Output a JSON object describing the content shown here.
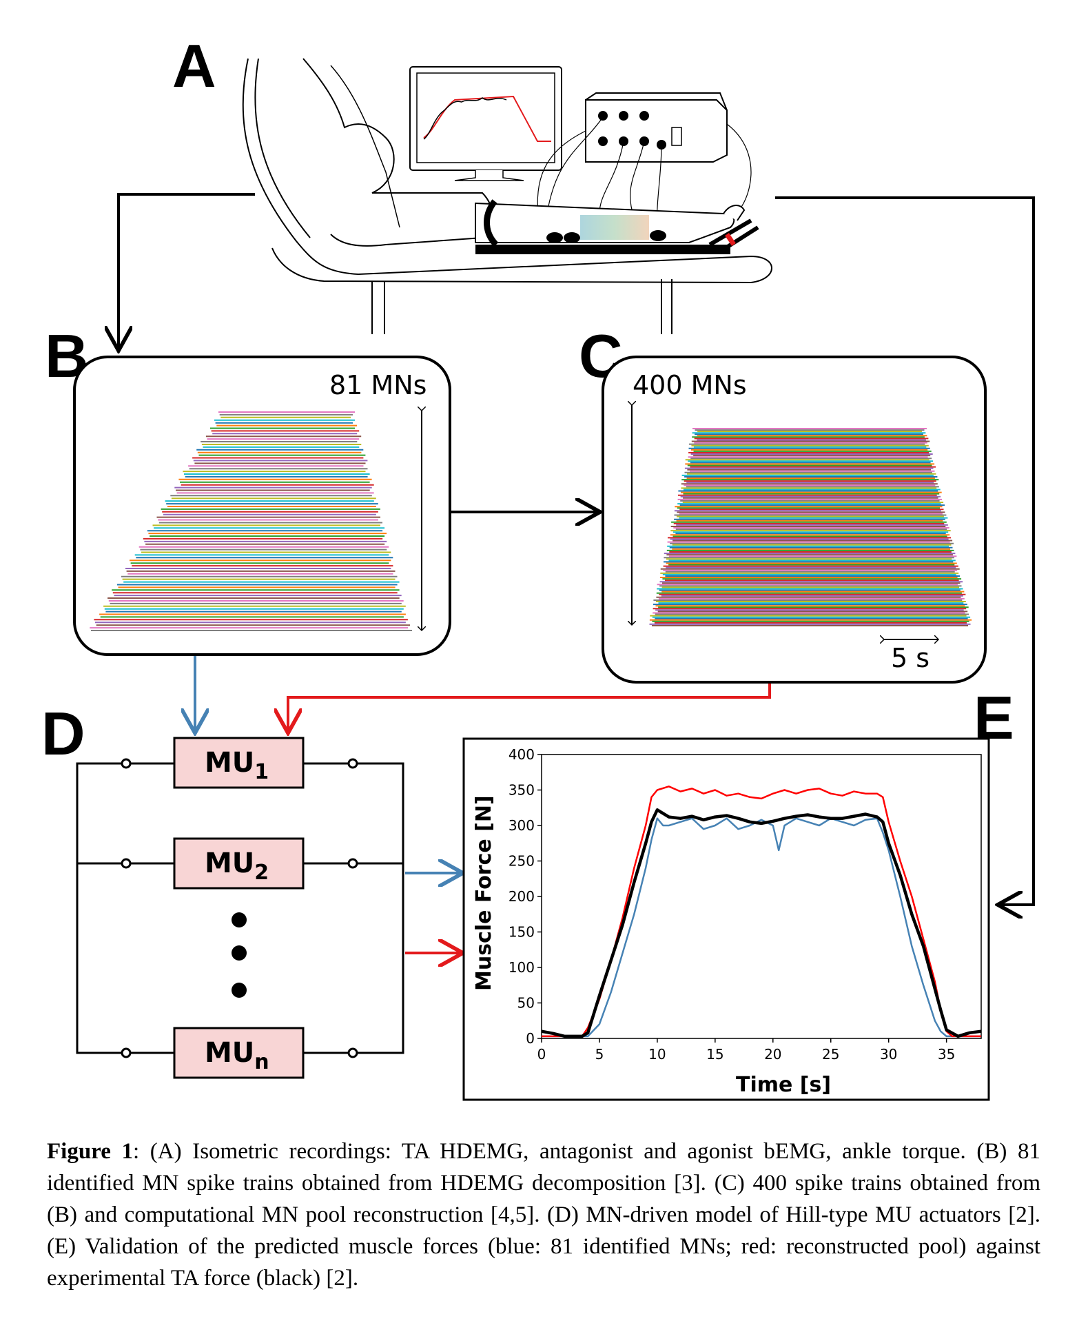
{
  "panels": {
    "a": {
      "letter": "A"
    },
    "b": {
      "letter": "B",
      "count_label": "81 MNs"
    },
    "c": {
      "letter": "C",
      "count_label": "400 MNs",
      "scale_label": "5 s"
    },
    "d": {
      "letter": "D",
      "mu_prefix": "MU",
      "mu_subscripts": [
        "1",
        "2",
        "n"
      ]
    },
    "e": {
      "letter": "E"
    }
  },
  "colors": {
    "identified": "#4682b4",
    "reconstructed": "#ff0000",
    "experimental": "#000000",
    "mu_box_fill": "#f8d5d5"
  },
  "chart_data": {
    "type": "line",
    "xlabel": "Time [s]",
    "ylabel": "Muscle Force [N]",
    "xlim": [
      0,
      38
    ],
    "ylim": [
      0,
      400
    ],
    "xticks": [
      0,
      5,
      10,
      15,
      20,
      25,
      30,
      35
    ],
    "yticks": [
      0,
      50,
      100,
      150,
      200,
      250,
      300,
      350,
      400
    ],
    "grid": false,
    "series": [
      {
        "color": "#000000",
        "x": [
          0,
          1,
          2,
          3,
          3.5,
          4,
          5,
          6,
          7,
          8,
          9,
          9.5,
          10,
          11,
          12,
          13,
          14,
          15,
          16,
          17,
          18,
          19,
          20,
          21,
          22,
          23,
          24,
          25,
          26,
          27,
          28,
          29,
          29.5,
          30,
          31,
          32,
          33,
          34,
          34.5,
          35,
          36,
          37,
          38
        ],
        "y": [
          10,
          7,
          3,
          3,
          3,
          8,
          60,
          110,
          160,
          220,
          275,
          305,
          322,
          312,
          310,
          313,
          308,
          312,
          314,
          310,
          305,
          303,
          306,
          310,
          313,
          315,
          312,
          310,
          310,
          313,
          316,
          312,
          305,
          275,
          230,
          175,
          130,
          70,
          40,
          12,
          3,
          8,
          10
        ]
      },
      {
        "color": "#ff0000",
        "x": [
          0,
          3,
          3.5,
          4,
          5,
          6,
          7,
          8,
          9,
          9.5,
          10,
          11,
          12,
          13,
          14,
          15,
          16,
          17,
          18,
          19,
          20,
          21,
          22,
          23,
          24,
          25,
          26,
          27,
          28,
          29,
          29.5,
          30,
          31,
          32,
          33,
          34,
          34.5,
          35,
          35.5,
          36,
          38
        ],
        "y": [
          3,
          3,
          3,
          15,
          55,
          110,
          170,
          240,
          300,
          340,
          350,
          355,
          348,
          352,
          345,
          350,
          342,
          345,
          340,
          338,
          345,
          350,
          345,
          350,
          352,
          345,
          342,
          348,
          345,
          345,
          340,
          305,
          250,
          200,
          140,
          80,
          40,
          10,
          3,
          3,
          3
        ]
      },
      {
        "color": "#4682b4",
        "x": [
          0,
          3,
          4,
          5,
          6,
          7,
          8,
          9,
          9.5,
          10,
          10.5,
          11,
          12,
          13,
          14,
          15,
          16,
          17,
          18,
          19,
          20,
          20.5,
          21,
          22,
          23,
          24,
          25,
          26,
          27,
          28,
          29,
          29.5,
          30,
          31,
          32,
          33,
          34,
          34.5,
          35,
          36,
          38
        ],
        "y": [
          3,
          3,
          3,
          20,
          65,
          120,
          175,
          240,
          280,
          310,
          300,
          300,
          305,
          310,
          295,
          300,
          310,
          295,
          300,
          308,
          300,
          265,
          300,
          310,
          305,
          300,
          310,
          305,
          300,
          308,
          310,
          290,
          265,
          200,
          130,
          75,
          25,
          10,
          3,
          3,
          3
        ]
      }
    ]
  },
  "caption": {
    "label": "Figure 1",
    "text": ": (A) Isometric recordings: TA HDEMG, antagonist and agonist bEMG, ankle torque. (B) 81 identified MN spike trains obtained from HDEMG decomposition [3]. (C) 400 spike trains obtained from (B) and computational MN pool reconstruction [4,5]. (D) MN-driven model of Hill-type MU actuators [2]. (E) Validation of the predicted muscle forces (blue: 81 identified MNs; red: reconstructed pool) against experimental TA force (black) [2]."
  }
}
